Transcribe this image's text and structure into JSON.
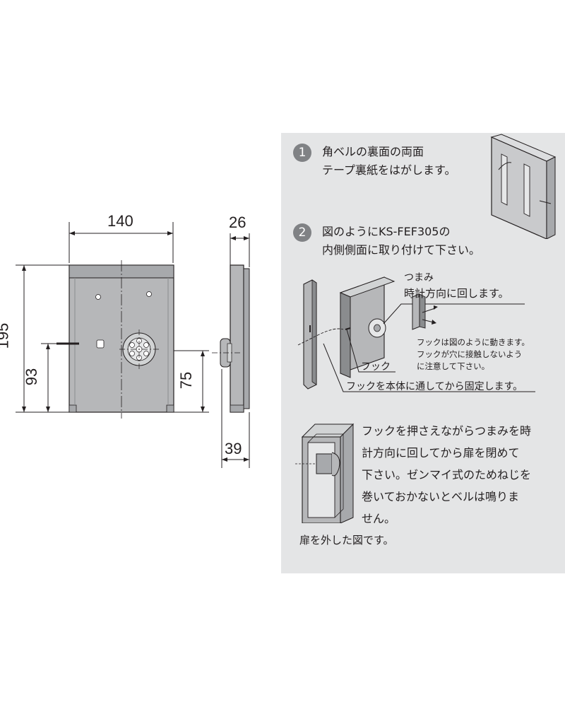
{
  "dimensions": {
    "width": "140",
    "depth_top": "26",
    "height": "195",
    "button_height": "93",
    "dial_height": "75",
    "depth_bottom": "39"
  },
  "steps": [
    {
      "number": "1",
      "line1": "角ベルの裏面の両面",
      "line2": "テープ裏紙をはがします。"
    },
    {
      "number": "2",
      "line1": "図のようにKS-FEF305の",
      "line2": "内側側面に取り付けて下さい。"
    }
  ],
  "callouts": {
    "knob_label": "つまみ",
    "knob_instruction": "時計方向に回します。",
    "hook_note_1": "フックは図のように動きます。",
    "hook_note_2": "フックが穴に接触しないよう",
    "hook_note_3": "に注意して下さい。",
    "hook_label": "フック",
    "hook_fix": "フックを本体に通してから固定します。"
  },
  "instructions": {
    "line1": "フックを押さえながらつまみを時",
    "line2": "計方向に回してから扉を閉めて",
    "line3": "下さい。ゼンマイ式のためねじを",
    "line4": "巻いておかないとベルは鳴りま",
    "line5": "せん。",
    "caption": "扉を外した図です。"
  },
  "colors": {
    "panel": "#e4e5e6",
    "device": "#b6b7b9",
    "line": "#231f20",
    "badge": "#808285"
  }
}
